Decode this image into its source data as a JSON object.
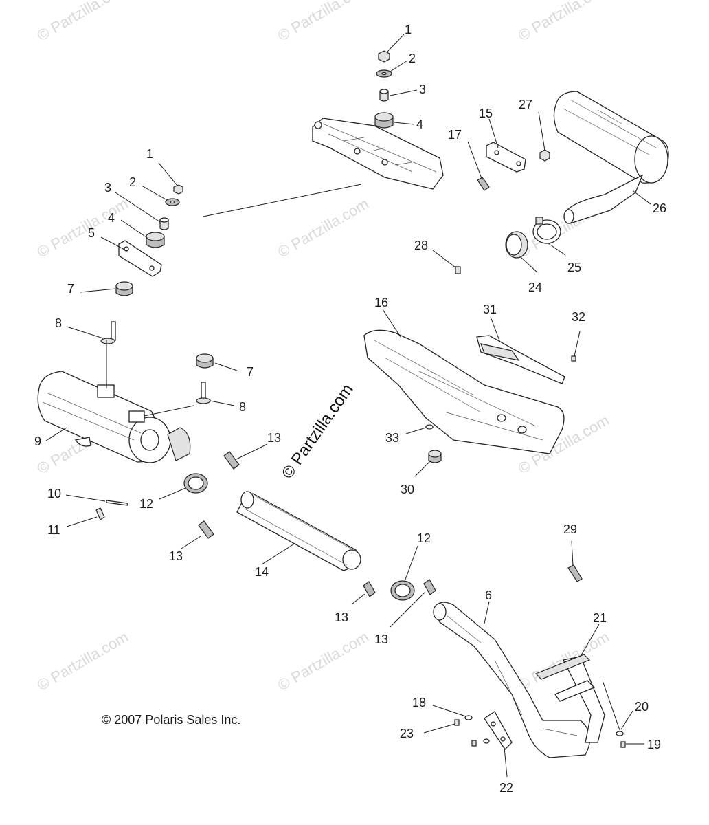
{
  "watermark": "© Partzilla.com",
  "center_watermark": "© Partzilla.com",
  "copyright": "© 2007 Polaris Sales Inc.",
  "callouts": [
    "1",
    "2",
    "3",
    "4",
    "15",
    "27",
    "17",
    "26",
    "1",
    "2",
    "3",
    "4",
    "5",
    "25",
    "28",
    "24",
    "16",
    "31",
    "32",
    "7",
    "8",
    "7",
    "8",
    "9",
    "13",
    "33",
    "30",
    "12",
    "10",
    "11",
    "13",
    "14",
    "29",
    "12",
    "6",
    "13",
    "13",
    "21",
    "18",
    "20",
    "23",
    "19",
    "22"
  ]
}
